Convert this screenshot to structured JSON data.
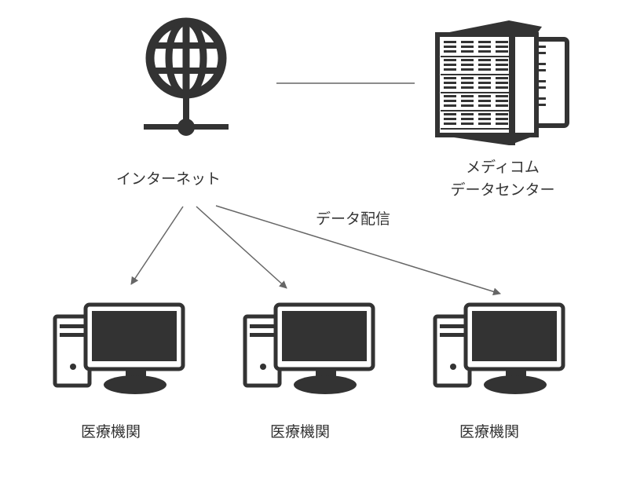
{
  "nodes": {
    "internet": {
      "label": "インターネット",
      "icon": "globe-network-icon"
    },
    "datacenter": {
      "label_lines": [
        "メディコム",
        "データセンター"
      ],
      "icon": "server-rack-icon"
    },
    "clients": [
      {
        "label": "医療機関",
        "icon": "desktop-computer-icon"
      },
      {
        "label": "医療機関",
        "icon": "desktop-computer-icon"
      },
      {
        "label": "医療機関",
        "icon": "desktop-computer-icon"
      }
    ]
  },
  "edges": {
    "distribution_label": "データ配信"
  },
  "colors": {
    "icon": "#333333",
    "line": "#666666",
    "text": "#333333"
  }
}
